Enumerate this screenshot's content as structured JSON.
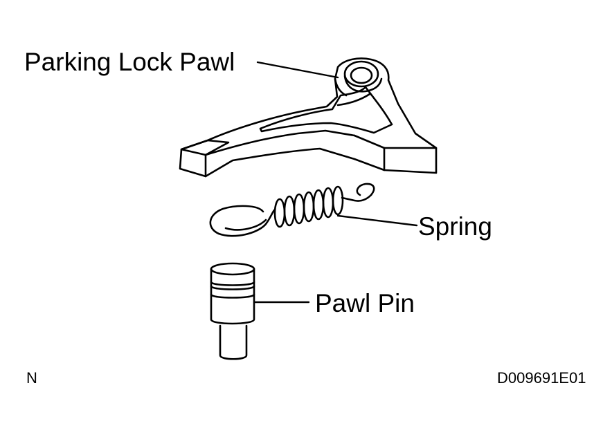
{
  "labels": {
    "parking_lock_pawl": "Parking Lock Pawl",
    "spring": "Spring",
    "pawl_pin": "Pawl Pin",
    "orientation_mark": "N",
    "figure_code": "D009691E01"
  },
  "colors": {
    "ink": "#000000",
    "paper": "#ffffff"
  }
}
